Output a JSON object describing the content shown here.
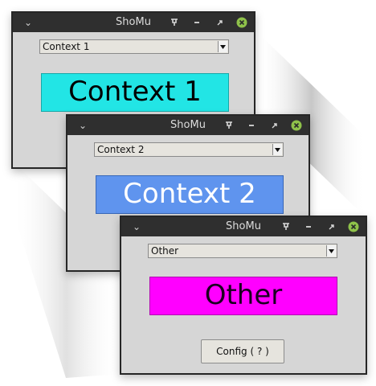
{
  "windows": [
    {
      "title": "ShoMu",
      "combo_value": "Context 1",
      "label": "Context 1",
      "label_bg": "#22e5e5",
      "label_fg": "#000000"
    },
    {
      "title": "ShoMu",
      "combo_value": "Context 2",
      "label": "Context 2",
      "label_bg": "#5f94ee",
      "label_fg": "#ffffff"
    },
    {
      "title": "ShoMu",
      "combo_value": "Other",
      "label": "Other",
      "label_bg": "#ff00ff",
      "label_fg": "#1a0020",
      "config_button": "Config ( ? )"
    }
  ],
  "titlebar_icons": [
    "chevron-down-icon",
    "pin-icon",
    "minimize-icon",
    "restore-icon",
    "close-icon"
  ],
  "colors": {
    "titlebar_bg": "#2f2f2f",
    "window_bg": "#d6d6d6",
    "close_button": "#8fc24a"
  }
}
